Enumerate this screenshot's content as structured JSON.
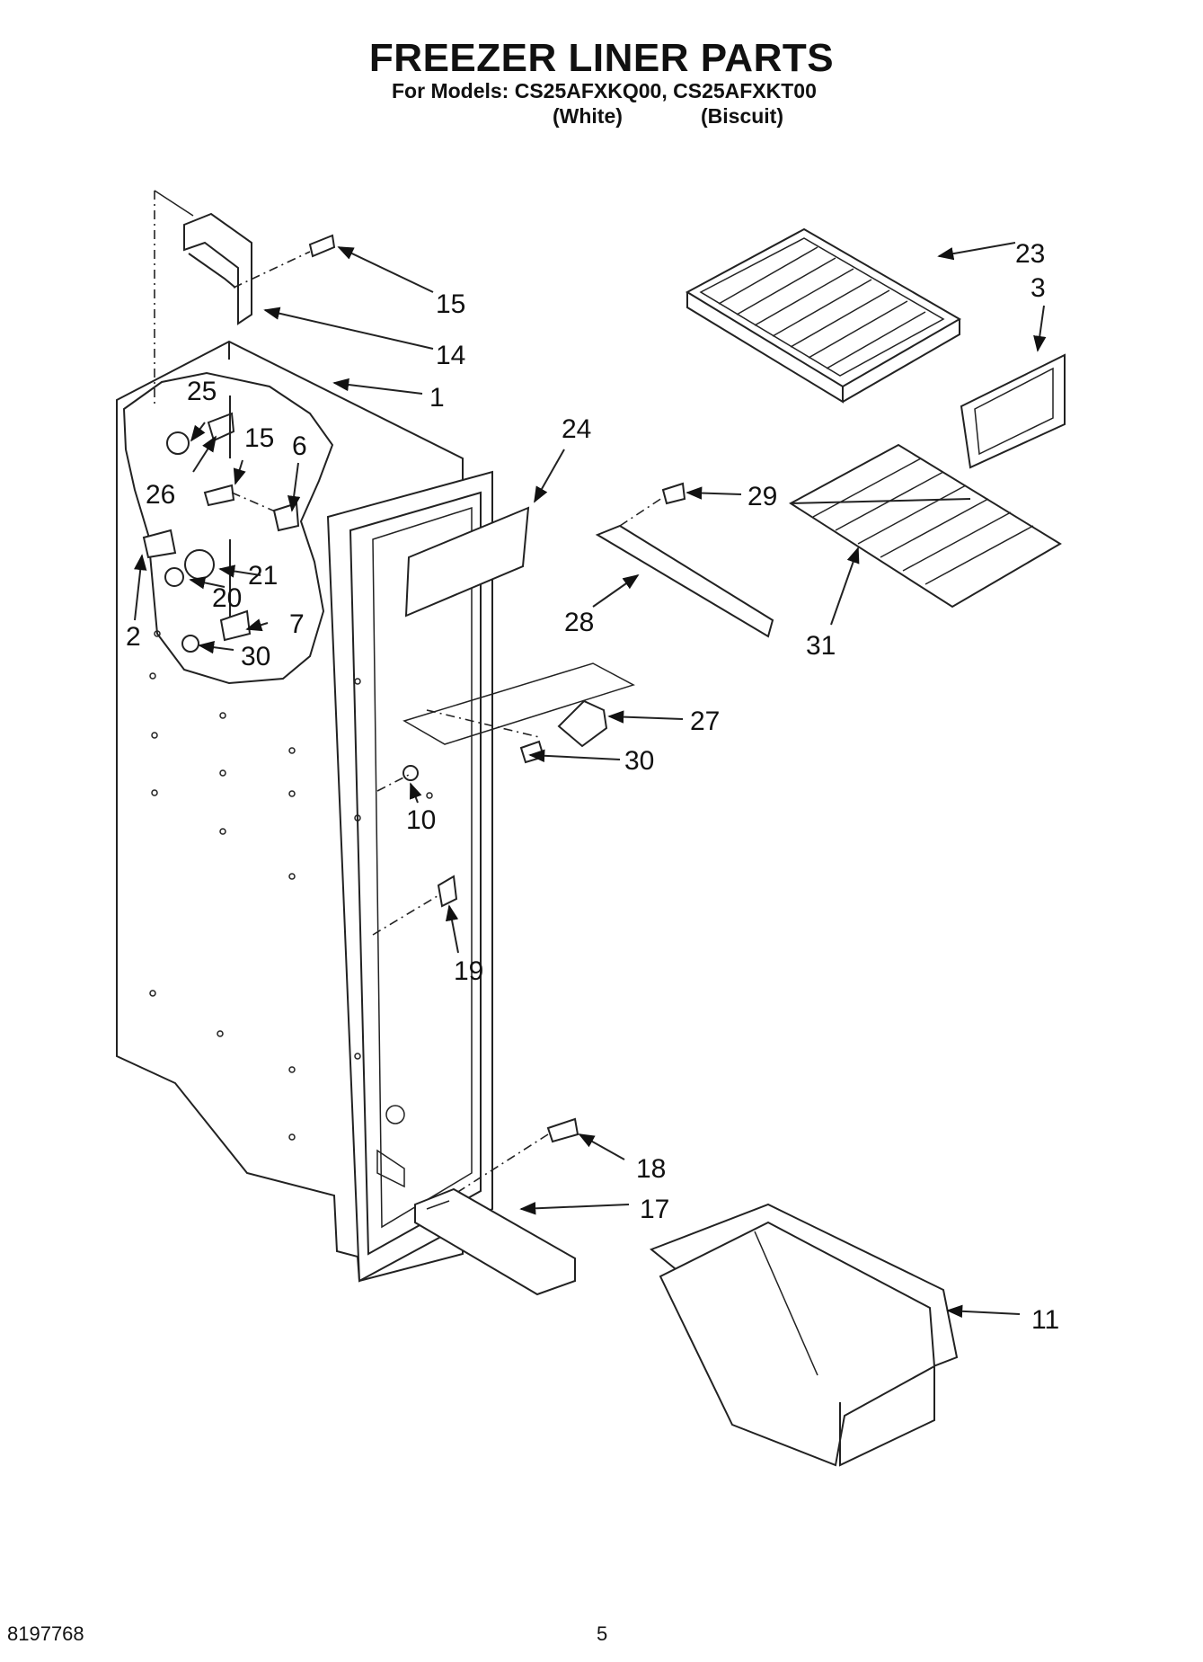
{
  "header": {
    "title": "FREEZER LINER PARTS",
    "models_line": "For Models: CS25AFXKQ00, CS25AFXKT00",
    "variant_1": "(White)",
    "variant_2": "(Biscuit)"
  },
  "callouts": {
    "c23": "23",
    "c3": "3",
    "c15a": "15",
    "c14": "14",
    "c1": "1",
    "c25": "25",
    "c15b": "15",
    "c6": "6",
    "c24": "24",
    "c26": "26",
    "c29": "29",
    "c21": "21",
    "c20": "20",
    "c2": "2",
    "c7": "7",
    "c30a": "30",
    "c28": "28",
    "c31": "31",
    "c27": "27",
    "c30b": "30",
    "c10": "10",
    "c19": "19",
    "c18": "18",
    "c17": "17",
    "c11": "11"
  },
  "footer": {
    "doc_number": "8197768",
    "page_number": "5"
  }
}
